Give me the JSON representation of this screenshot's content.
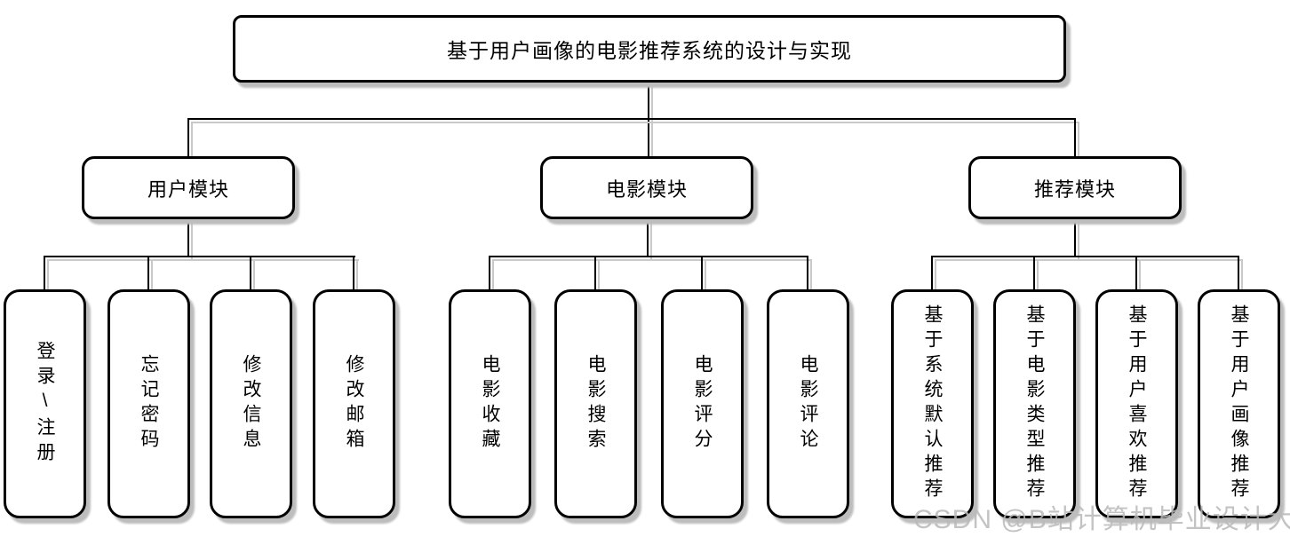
{
  "diagram": {
    "title": "基于用户画像的电影推荐系统的设计与实现",
    "modules": [
      {
        "label": "用户模块",
        "children": [
          "登录\\注册",
          "忘记密码",
          "修改信息",
          "修改邮箱"
        ]
      },
      {
        "label": "电影模块",
        "children": [
          "电影收藏",
          "电影搜索",
          "电影评分",
          "电影评论"
        ]
      },
      {
        "label": "推荐模块",
        "children": [
          "基于系统默认推荐",
          "基于电影类型推荐",
          "基于用户喜欢推荐",
          "基于用户画像推荐"
        ]
      }
    ],
    "watermark": "CSDN @B站计算机毕业设计大学",
    "colors": {
      "line": "#000000",
      "node_border": "#000000",
      "node_fill": "#ffffff",
      "shadow": "#bdbdbd",
      "watermark": "#b9b9b9",
      "background": "#ffffff"
    }
  }
}
